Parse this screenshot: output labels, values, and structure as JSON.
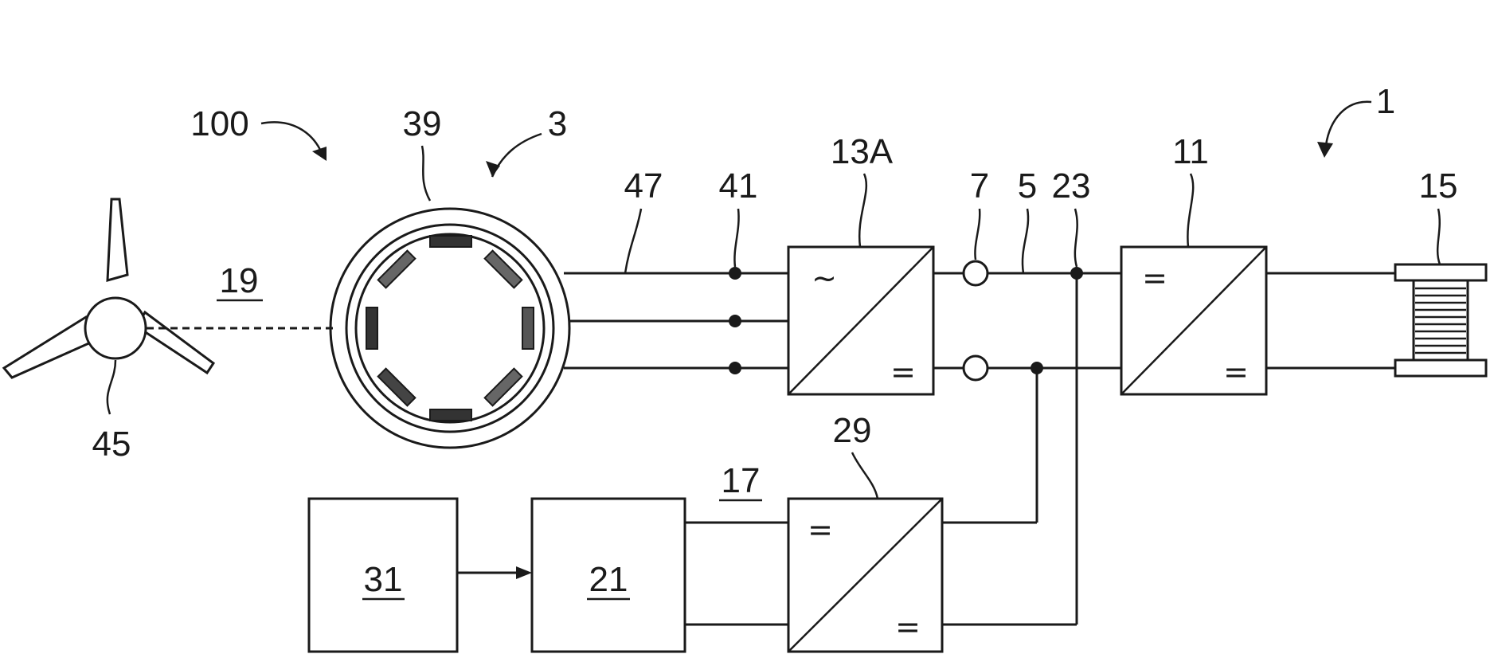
{
  "labels": {
    "system": "100",
    "arrangement": "1",
    "generator": "3",
    "rotor": "39",
    "shaft": "19",
    "hub": "45",
    "phase_lines": "47",
    "terminal": "41",
    "converter_ac_dc": "13A",
    "switch": "7",
    "dc_link": "5",
    "node": "23",
    "converter_dc_dc": "11",
    "storage": "15",
    "dc_dc_aux": "29",
    "aux_line": "17",
    "controller": "21",
    "source": "31"
  },
  "symbols": {
    "ac": "~",
    "dc": "="
  },
  "colors": {
    "line": "#1a1a1a",
    "background": "#ffffff"
  }
}
